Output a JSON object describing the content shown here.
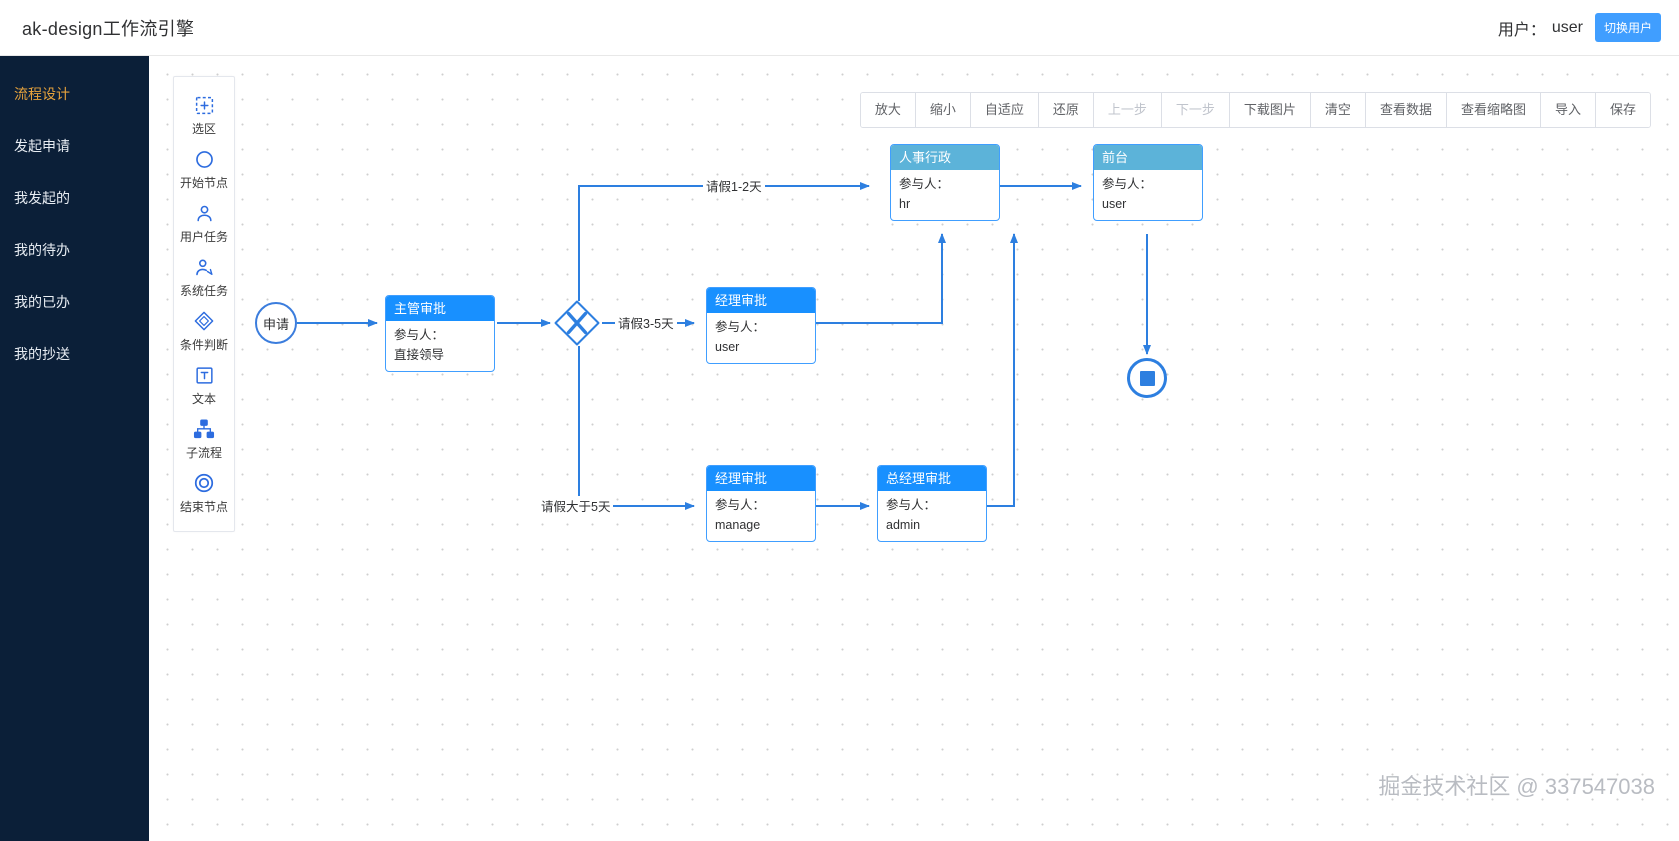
{
  "header": {
    "title": "ak-design工作流引擎",
    "user_label": "用户：",
    "user_name": "user",
    "switch_user_label": "切换用户"
  },
  "sidebar": {
    "active_color": "#e6a23c",
    "bg_color": "#0b1f38",
    "items": [
      {
        "label": "流程设计",
        "active": true
      },
      {
        "label": "发起申请",
        "active": false
      },
      {
        "label": "我发起的",
        "active": false
      },
      {
        "label": "我的待办",
        "active": false
      },
      {
        "label": "我的已办",
        "active": false
      },
      {
        "label": "我的抄送",
        "active": false
      }
    ]
  },
  "palette": {
    "items": [
      {
        "label": "选区",
        "icon": "selection-icon"
      },
      {
        "label": "开始节点",
        "icon": "circle-start-icon"
      },
      {
        "label": "用户任务",
        "icon": "user-task-icon"
      },
      {
        "label": "系统任务",
        "icon": "system-task-icon"
      },
      {
        "label": "条件判断",
        "icon": "gateway-icon"
      },
      {
        "label": "文本",
        "icon": "text-icon"
      },
      {
        "label": "子流程",
        "icon": "subprocess-icon"
      },
      {
        "label": "结束节点",
        "icon": "circle-end-icon"
      }
    ]
  },
  "toolbar": {
    "buttons": [
      {
        "label": "放大",
        "disabled": false
      },
      {
        "label": "缩小",
        "disabled": false
      },
      {
        "label": "自适应",
        "disabled": false
      },
      {
        "label": "还原",
        "disabled": false
      },
      {
        "label": "上一步",
        "disabled": true
      },
      {
        "label": "下一步",
        "disabled": true
      },
      {
        "label": "下载图片",
        "disabled": false
      },
      {
        "label": "清空",
        "disabled": false
      },
      {
        "label": "查看数据",
        "disabled": false
      },
      {
        "label": "查看缩略图",
        "disabled": false
      },
      {
        "label": "导入",
        "disabled": false
      },
      {
        "label": "保存",
        "disabled": false
      }
    ]
  },
  "canvas": {
    "accent_color": "#1890ff",
    "teal_color": "#5cb3d9",
    "edge_color": "#2d7fe0",
    "watermark": "掘金技术社区 @ 337547038",
    "participant_key": "参与人：",
    "start_node": {
      "label": "申请"
    },
    "nodes": [
      {
        "id": "hr",
        "title": "人事行政",
        "participant": "hr",
        "style": "teal"
      },
      {
        "id": "reception",
        "title": "前台",
        "participant": "user",
        "style": "teal"
      },
      {
        "id": "leader",
        "title": "主管审批",
        "participant": "直接领导",
        "style": "primary"
      },
      {
        "id": "manager1",
        "title": "经理审批",
        "participant": "user",
        "style": "primary"
      },
      {
        "id": "manager2",
        "title": "经理审批",
        "participant": "manage",
        "style": "primary"
      },
      {
        "id": "gm",
        "title": "总经理审批",
        "participant": "admin",
        "style": "primary"
      }
    ],
    "edge_labels": [
      {
        "id": "l1",
        "text": "请假1-2天"
      },
      {
        "id": "l2",
        "text": "请假3-5天"
      },
      {
        "id": "l3",
        "text": "请假大于5天"
      }
    ]
  }
}
